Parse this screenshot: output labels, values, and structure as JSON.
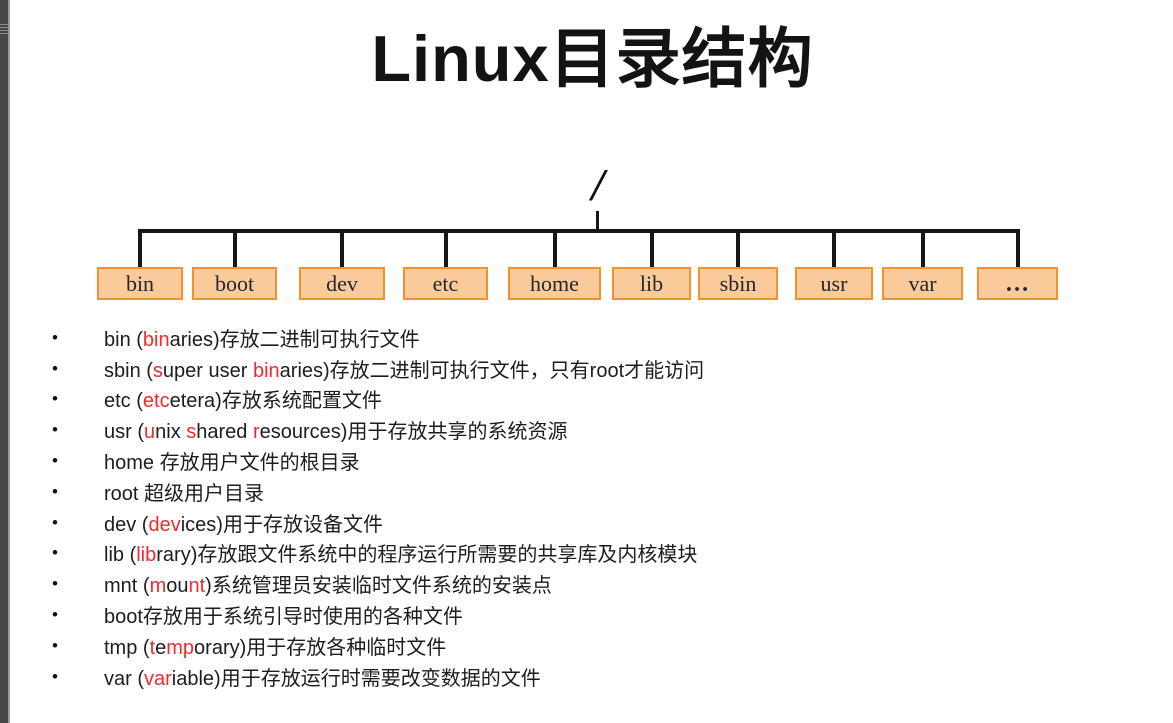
{
  "page": {
    "title": "Linux目录结构"
  },
  "colors": {
    "red": "#f02b2b",
    "dark": "#1d1d1f",
    "box_fill": "#fbca9b",
    "box_border": "#f0932f",
    "line": "#161616"
  },
  "tree": {
    "root_label": "/",
    "nodes": [
      {
        "label": "bin"
      },
      {
        "label": "boot"
      },
      {
        "label": "dev"
      },
      {
        "label": "etc"
      },
      {
        "label": "home"
      },
      {
        "label": "lib"
      },
      {
        "label": "sbin"
      },
      {
        "label": "usr"
      },
      {
        "label": "var"
      },
      {
        "label": "…"
      }
    ]
  },
  "list": {
    "bullet_glyph": "●",
    "items": [
      {
        "name": "bin",
        "segments": [
          {
            "c": "d",
            "t": "bin ("
          },
          {
            "c": "r",
            "t": "bin"
          },
          {
            "c": "d",
            "t": "aries)存放二进制可执行文件"
          }
        ]
      },
      {
        "name": "sbin",
        "segments": [
          {
            "c": "d",
            "t": "sbin ("
          },
          {
            "c": "r",
            "t": "s"
          },
          {
            "c": "d",
            "t": "uper user "
          },
          {
            "c": "r",
            "t": "bin"
          },
          {
            "c": "d",
            "t": "aries)存放二进制可执行文件，只有root才能访问"
          }
        ]
      },
      {
        "name": "etc",
        "segments": [
          {
            "c": "d",
            "t": "etc ("
          },
          {
            "c": "r",
            "t": "etc"
          },
          {
            "c": "d",
            "t": "etera)存放系统配置文件"
          }
        ]
      },
      {
        "name": "usr",
        "segments": [
          {
            "c": "d",
            "t": "usr ("
          },
          {
            "c": "r",
            "t": "u"
          },
          {
            "c": "d",
            "t": "nix "
          },
          {
            "c": "r",
            "t": "s"
          },
          {
            "c": "d",
            "t": "hared "
          },
          {
            "c": "r",
            "t": "r"
          },
          {
            "c": "d",
            "t": "esources)用于存放共享的系统资源"
          }
        ]
      },
      {
        "name": "home",
        "segments": [
          {
            "c": "d",
            "t": "home 存放用户文件的根目录"
          }
        ]
      },
      {
        "name": "root",
        "segments": [
          {
            "c": "d",
            "t": "root 超级用户目录"
          }
        ]
      },
      {
        "name": "dev",
        "segments": [
          {
            "c": "d",
            "t": "dev ("
          },
          {
            "c": "r",
            "t": "dev"
          },
          {
            "c": "d",
            "t": "ices)用于存放设备文件"
          }
        ]
      },
      {
        "name": "lib",
        "segments": [
          {
            "c": "d",
            "t": "lib ("
          },
          {
            "c": "r",
            "t": "lib"
          },
          {
            "c": "d",
            "t": "rary)存放跟文件系统中的程序运行所需要的共享库及内核模块"
          }
        ]
      },
      {
        "name": "mnt",
        "segments": [
          {
            "c": "d",
            "t": "mnt ("
          },
          {
            "c": "r",
            "t": "m"
          },
          {
            "c": "d",
            "t": "ou"
          },
          {
            "c": "r",
            "t": "nt"
          },
          {
            "c": "d",
            "t": ")系统管理员安装临时文件系统的安装点"
          }
        ]
      },
      {
        "name": "boot",
        "segments": [
          {
            "c": "d",
            "t": "boot存放用于系统引导时使用的各种文件"
          }
        ]
      },
      {
        "name": "tmp",
        "segments": [
          {
            "c": "d",
            "t": "tmp ("
          },
          {
            "c": "r",
            "t": "t"
          },
          {
            "c": "d",
            "t": "e"
          },
          {
            "c": "r",
            "t": "mp"
          },
          {
            "c": "d",
            "t": "orary)用于存放各种临时文件"
          }
        ]
      },
      {
        "name": "var",
        "segments": [
          {
            "c": "d",
            "t": "var ("
          },
          {
            "c": "r",
            "t": "var"
          },
          {
            "c": "d",
            "t": "iable)用于存放运行时需要改变数据的文件"
          }
        ]
      }
    ]
  }
}
